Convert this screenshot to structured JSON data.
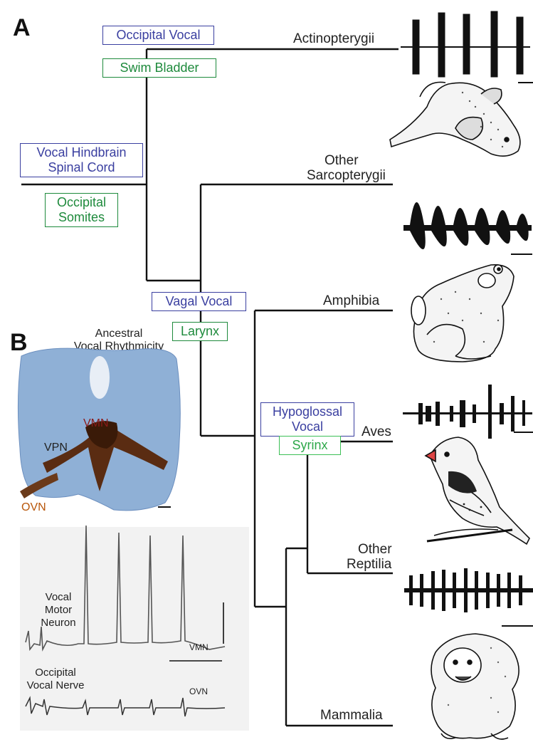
{
  "panels": {
    "a": "A",
    "b": "B"
  },
  "taxa": {
    "actinopterygii": "Actinopterygii",
    "sarcopterygii_1": "Other",
    "sarcopterygii_2": "Sarcopterygii",
    "amphibia": "Amphibia",
    "aves": "Aves",
    "reptilia_1": "Other",
    "reptilia_2": "Reptilia",
    "mammalia": "Mammalia"
  },
  "traits": {
    "occipital_vocal": "Occipital Vocal",
    "swim_bladder": "Swim Bladder",
    "vocal_hindbrain_1": "Vocal Hindbrain",
    "vocal_hindbrain_2": "Spinal Cord",
    "occipital_somites_1": "Occipital",
    "occipital_somites_2": "Somites",
    "vagal_vocal": "Vagal Vocal",
    "larynx": "Larynx",
    "hypoglossal_1": "Hypoglossal",
    "hypoglossal_2": "Vocal",
    "syrinx": "Syrinx"
  },
  "panel_b": {
    "title_1": "Ancestral",
    "title_2": "Vocal Rhythmicity",
    "vmn": "VMN",
    "vpn": "VPN",
    "ovn": "OVN",
    "motor_1": "Vocal",
    "motor_2": "Motor",
    "motor_3": "Neuron",
    "nerve_1": "Occipital",
    "nerve_2": "Vocal Nerve",
    "trace_vmn": "VMN",
    "trace_ovn": "OVN"
  },
  "colors": {
    "tree": "#111111",
    "blue_box": "#3a3fa0",
    "green_box": "#1e8a3c",
    "stain_blue": "#7fa3cf",
    "stain_brown": "#5a2c12",
    "label_red": "#8b1a1a"
  },
  "icons": [
    "fish-illustration",
    "frog-illustration",
    "bird-illustration",
    "monkey-illustration",
    "oscillogram-fish",
    "oscillogram-frog",
    "oscillogram-bird",
    "oscillogram-reptile"
  ]
}
